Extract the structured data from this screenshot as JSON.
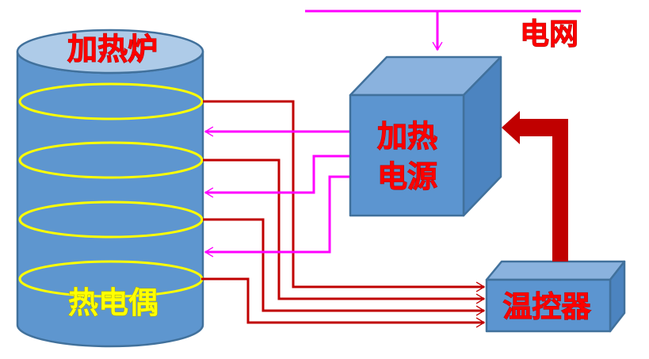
{
  "diagram": {
    "furnace": {
      "label": "加热炉"
    },
    "thermocouple": {
      "label": "热电偶"
    },
    "heating_power": {
      "line1": "加热",
      "line2": "电源"
    },
    "power_grid": {
      "label": "电网"
    },
    "temp_controller": {
      "label": "温控器"
    }
  },
  "colors": {
    "background": "#FFFFFF",
    "label_red": "#FF0000",
    "label_red_edge": "#A01010",
    "label_yellow": "#FFFF00",
    "label_yellow_edge": "#A8A400",
    "wire_red": "#C00000",
    "wire_magenta": "#FF00FF",
    "feedback_red": "#C00000",
    "ring_yellow": "#FFFF00",
    "cylinder_body": "#5E96CF",
    "cylinder_top": "#AECBE8",
    "face_front": "#5C95D0",
    "face_top": "#8AB2DE",
    "face_side": "#4C84C0",
    "shape_stroke": "#41719C"
  }
}
